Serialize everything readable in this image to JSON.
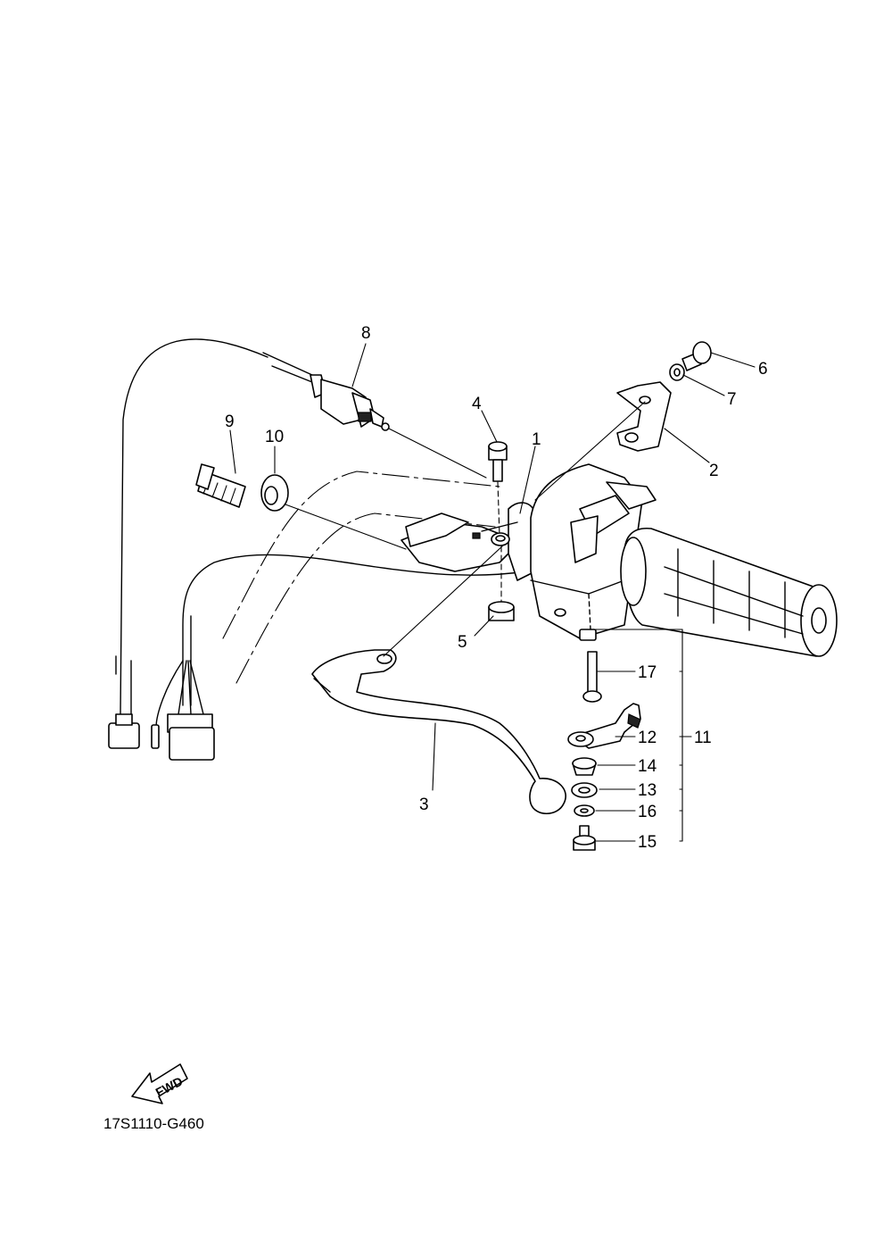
{
  "diagram": {
    "callouts": [
      {
        "id": "1",
        "label": "1"
      },
      {
        "id": "2",
        "label": "2"
      },
      {
        "id": "3",
        "label": "3"
      },
      {
        "id": "4",
        "label": "4"
      },
      {
        "id": "5",
        "label": "5"
      },
      {
        "id": "6",
        "label": "6"
      },
      {
        "id": "7",
        "label": "7"
      },
      {
        "id": "8",
        "label": "8"
      },
      {
        "id": "9",
        "label": "9"
      },
      {
        "id": "10",
        "label": "10"
      },
      {
        "id": "11",
        "label": "11"
      },
      {
        "id": "12",
        "label": "12"
      },
      {
        "id": "13",
        "label": "13"
      },
      {
        "id": "14",
        "label": "14"
      },
      {
        "id": "15",
        "label": "15"
      },
      {
        "id": "16",
        "label": "16"
      },
      {
        "id": "17",
        "label": "17"
      }
    ],
    "direction_badge": "FWD",
    "diagram_code": "17S1110-G460"
  }
}
